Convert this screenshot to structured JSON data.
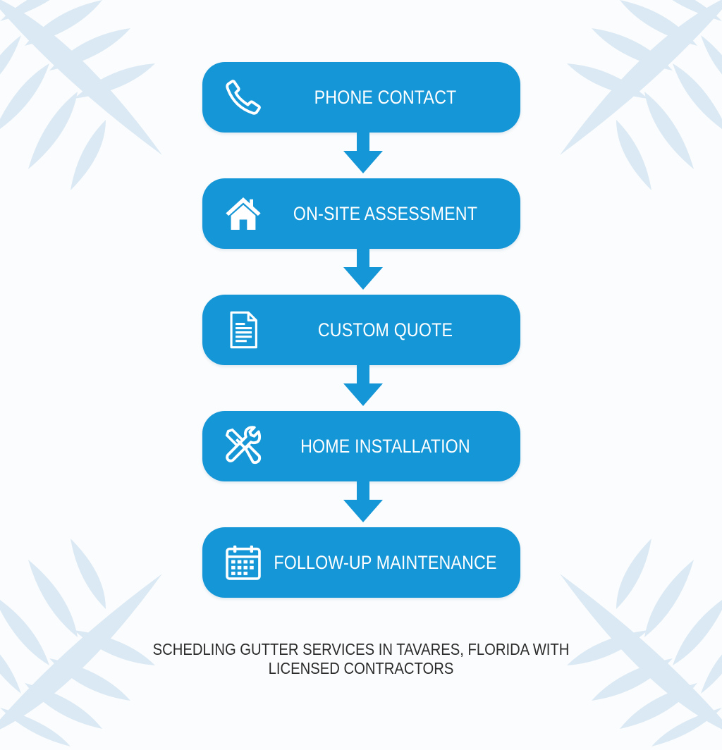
{
  "steps": [
    {
      "label": "PHONE CONTACT",
      "icon": "phone-icon"
    },
    {
      "label": "ON-SITE ASSESSMENT",
      "icon": "house-icon"
    },
    {
      "label": "CUSTOM QUOTE",
      "icon": "document-icon"
    },
    {
      "label": "HOME INSTALLATION",
      "icon": "tools-icon"
    },
    {
      "label": "FOLLOW-UP MAINTENANCE",
      "icon": "calendar-icon"
    }
  ],
  "caption": {
    "line1": "SCHEDLING GUTTER SERVICES IN TAVARES, FLORIDA WITH",
    "line2": "LICENSED CONTRACTORS"
  },
  "colors": {
    "step_fill": "#1596d6",
    "leaf": "#dbe9f4",
    "background": "#fbfcfd"
  }
}
